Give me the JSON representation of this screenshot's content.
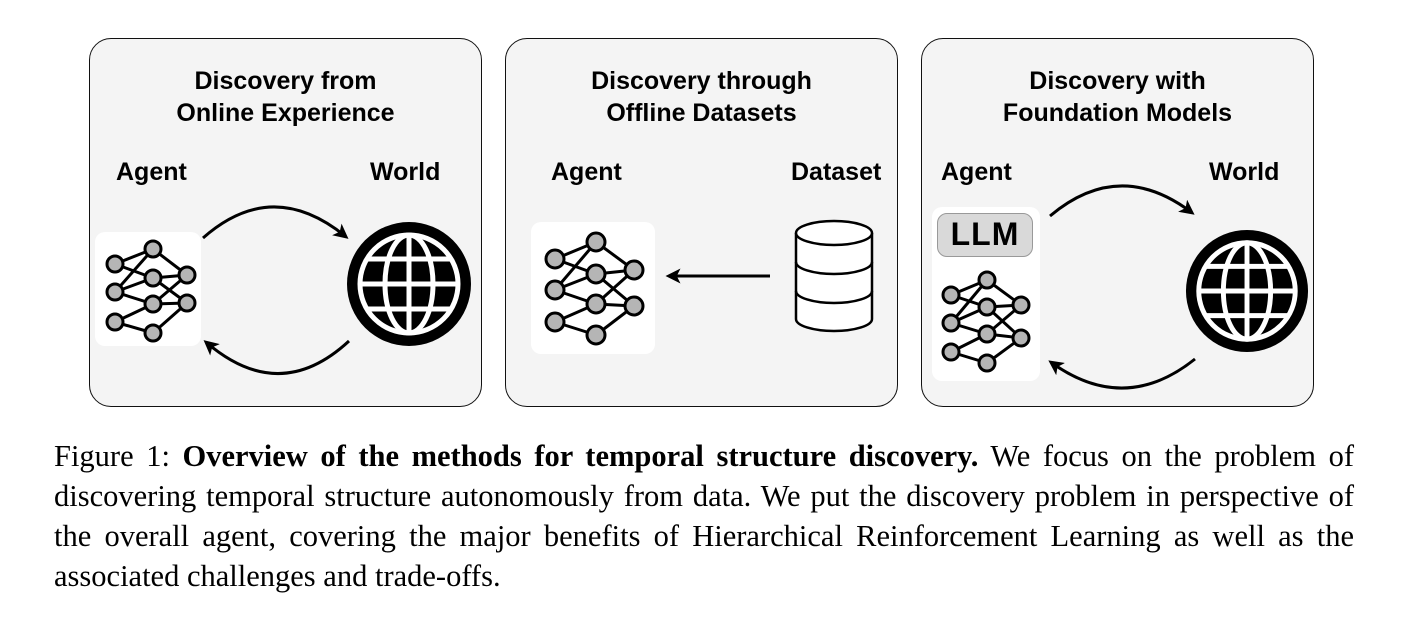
{
  "panels": [
    {
      "title_line1": "Discovery from",
      "title_line2": "Online Experience",
      "left_label": "Agent",
      "right_label": "World"
    },
    {
      "title_line1": "Discovery through",
      "title_line2": "Offline Datasets",
      "left_label": "Agent",
      "right_label": "Dataset"
    },
    {
      "title_line1": "Discovery with",
      "title_line2": "Foundation Models",
      "left_label": "Agent",
      "right_label": "World",
      "badge": "LLM"
    }
  ],
  "icons": {
    "agent": "neural-network-icon",
    "world": "globe-icon",
    "dataset": "database-icon"
  },
  "colors": {
    "panel_fill": "#f4f4f4",
    "node_fill": "#b5b5b5",
    "badge_fill": "#d9d9d9"
  },
  "caption": {
    "prefix": "Figure 1: ",
    "bold": "Overview of the methods for temporal structure discovery.",
    "text": " We focus on the problem of discovering temporal structure autonomously from data. We put the discovery problem in perspective of the overall agent, covering the major benefits of Hierarchical Reinforcement Learning as well as the associated challenges and trade-offs."
  }
}
